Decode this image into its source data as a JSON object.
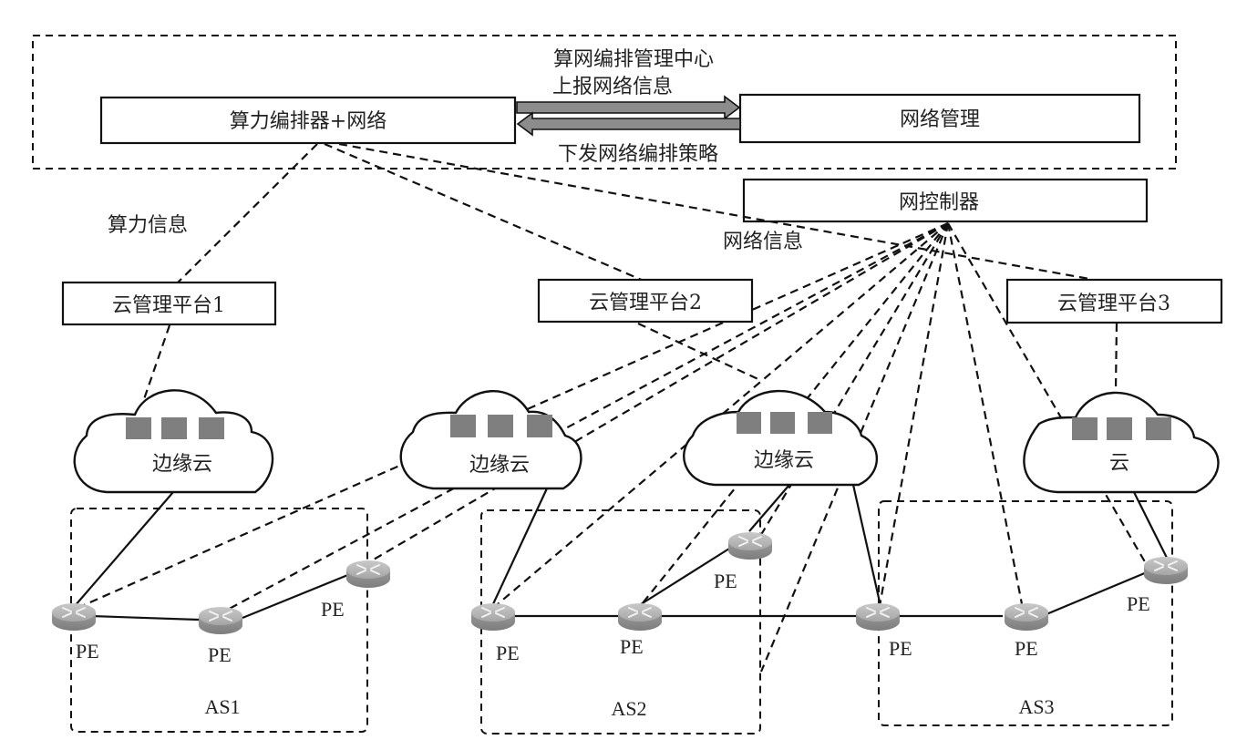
{
  "top_region": {
    "title": "算网编排管理中心",
    "orchestrator": "算力编排器+网络",
    "network_mgmt": "网络管理",
    "arrow_up_label": "上报网络信息",
    "arrow_down_label": "下发网络编排策略"
  },
  "controller": {
    "label": "网控制器"
  },
  "annotations": {
    "compute_info": "算力信息",
    "network_info": "网络信息"
  },
  "cloud_platforms": [
    {
      "label": "云管理平台1"
    },
    {
      "label": "云管理平台2"
    },
    {
      "label": "云管理平台3"
    }
  ],
  "clouds": [
    {
      "label": "边缘云"
    },
    {
      "label": "边缘云"
    },
    {
      "label": "边缘云"
    },
    {
      "label": "云"
    }
  ],
  "autonomous_systems": [
    {
      "label": "AS1"
    },
    {
      "label": "AS2"
    },
    {
      "label": "AS3"
    }
  ],
  "routers": [
    {
      "label": "PE"
    },
    {
      "label": "PE"
    },
    {
      "label": "PE"
    },
    {
      "label": "PE"
    },
    {
      "label": "PE"
    },
    {
      "label": "PE"
    },
    {
      "label": "PE"
    },
    {
      "label": "PE"
    },
    {
      "label": "PE"
    }
  ],
  "colors": {
    "line": "#111111",
    "vm_block": "#7f7f7f",
    "arrow_fill": "#8c8c8c",
    "router_body": "#a3a3a3"
  }
}
